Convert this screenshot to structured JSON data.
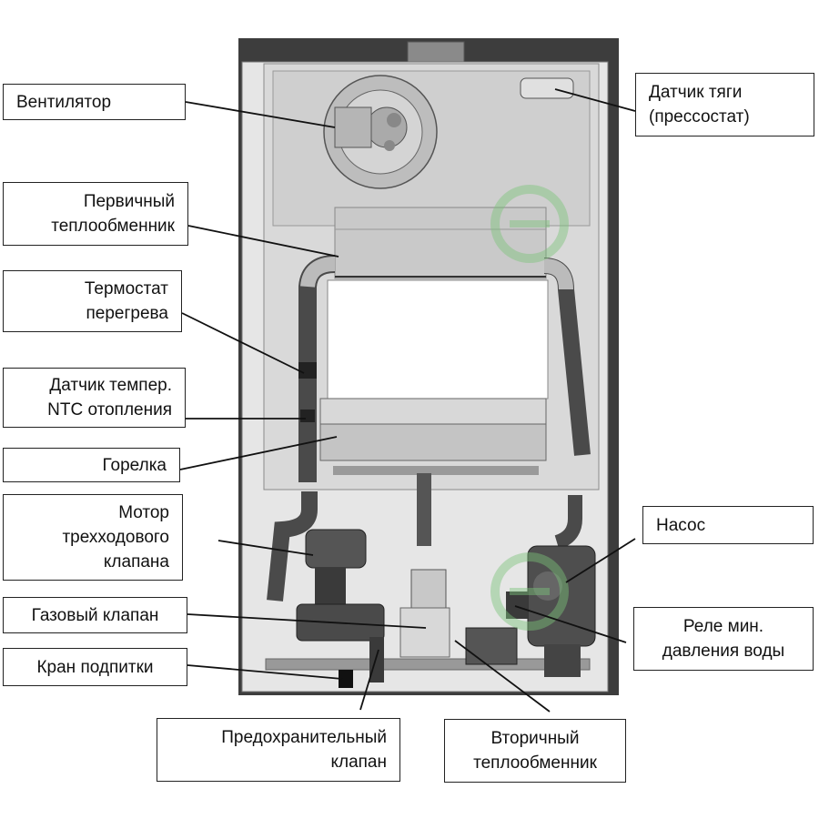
{
  "labels": {
    "fan": "Вентилятор",
    "draft_sensor": [
      "Датчик тяги",
      "(прессостат)"
    ],
    "primary_hx": [
      "Первичный",
      "теплообменник"
    ],
    "overheat_thermostat": [
      "Термостат",
      "перегрева"
    ],
    "ntc_sensor": [
      "Датчик темпер.",
      "NTC отопления"
    ],
    "burner": "Горелка",
    "three_way_motor": [
      "Мотор",
      "трехходового",
      "клапана"
    ],
    "gas_valve": "Газовый клапан",
    "fill_tap": "Кран подпитки",
    "safety_valve": [
      "Предохранительный",
      "клапан"
    ],
    "secondary_hx": [
      "Вторичный",
      "теплообменник"
    ],
    "pump": "Насос",
    "min_pressure_relay": [
      "Реле мин.",
      "давления воды"
    ]
  },
  "colors": {
    "casing": "#e6e6e6",
    "back_panel": "#3d3d3d",
    "chamber": "#cfcfcf",
    "pipe": "#4a4a4a",
    "watermark": "#7cc47a"
  }
}
